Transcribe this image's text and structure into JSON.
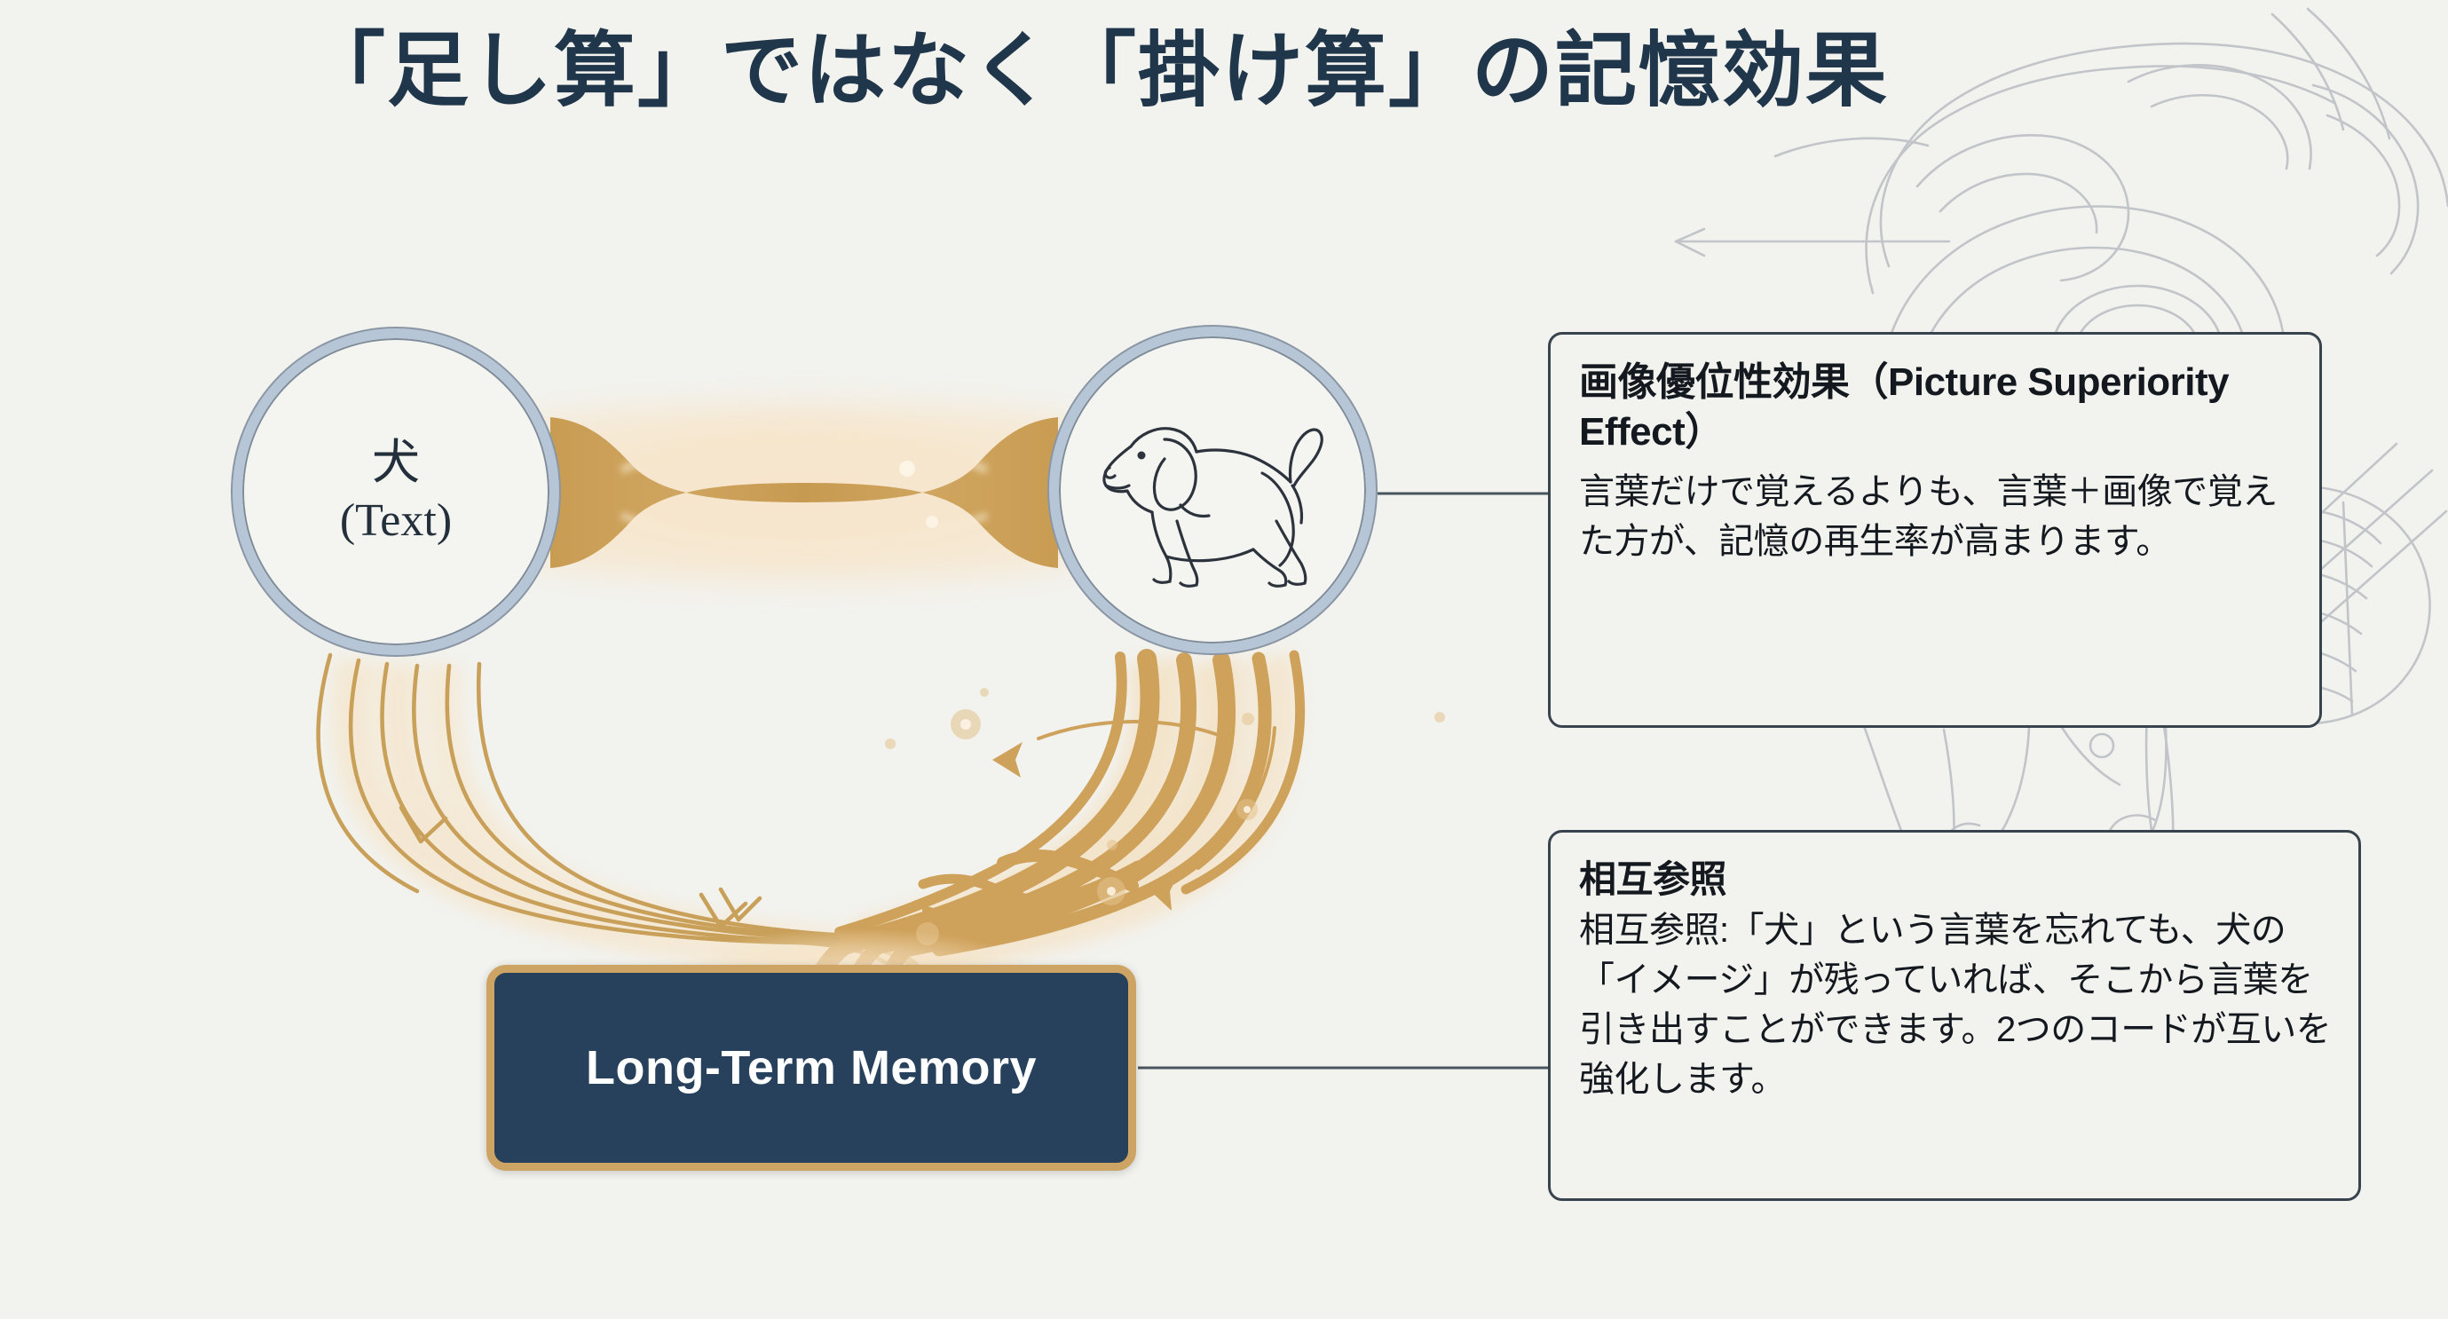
{
  "page": {
    "title": "「足し算」ではなく「掛け算」の記憶効果",
    "background_color": "#f2f2ee",
    "title_color": "#20364a"
  },
  "diagram": {
    "nodes": [
      {
        "id": "text-node",
        "name": "text-code-circle",
        "label_main": "犬",
        "label_sub": "(Text)",
        "border_color": "#b7c6d6"
      },
      {
        "id": "image-node",
        "name": "image-code-circle",
        "icon": "dog-illustration-icon",
        "border_color": "#b7c6d6"
      }
    ],
    "memory_box": {
      "label": "Long-Term Memory",
      "fill_color": "#27405c",
      "border_color": "#cda463",
      "text_color": "#ffffff"
    },
    "connector": {
      "name": "dual-coding-bridge",
      "color": "#cda35e",
      "glow_color": "#f7e3c4"
    },
    "flows": {
      "left_strand_color": "#c9a05a",
      "right_strand_color": "#cfa25c",
      "glow_color": "#f6e2c2"
    },
    "background_art": {
      "name": "brain-sagittal-sketch",
      "stroke_color": "#b9bcc2"
    }
  },
  "callouts": [
    {
      "id": "callout-picture",
      "name": "callout-picture-superiority",
      "title": "画像優位性効果（Picture Superiority Effect）",
      "body": "言葉だけで覚えるよりも、言葉＋画像で覚えた方が、記憶の再生率が高まります。",
      "border_color": "#39434e"
    },
    {
      "id": "callout-dual",
      "name": "callout-cross-reference",
      "title": "相互参照",
      "body": "相互参照:「犬」という言葉を忘れても、犬の「イメージ」が残っていれば、そこから言葉を引き出すことができます。2つのコードが互いを強化します。",
      "border_color": "#39434e"
    }
  ]
}
